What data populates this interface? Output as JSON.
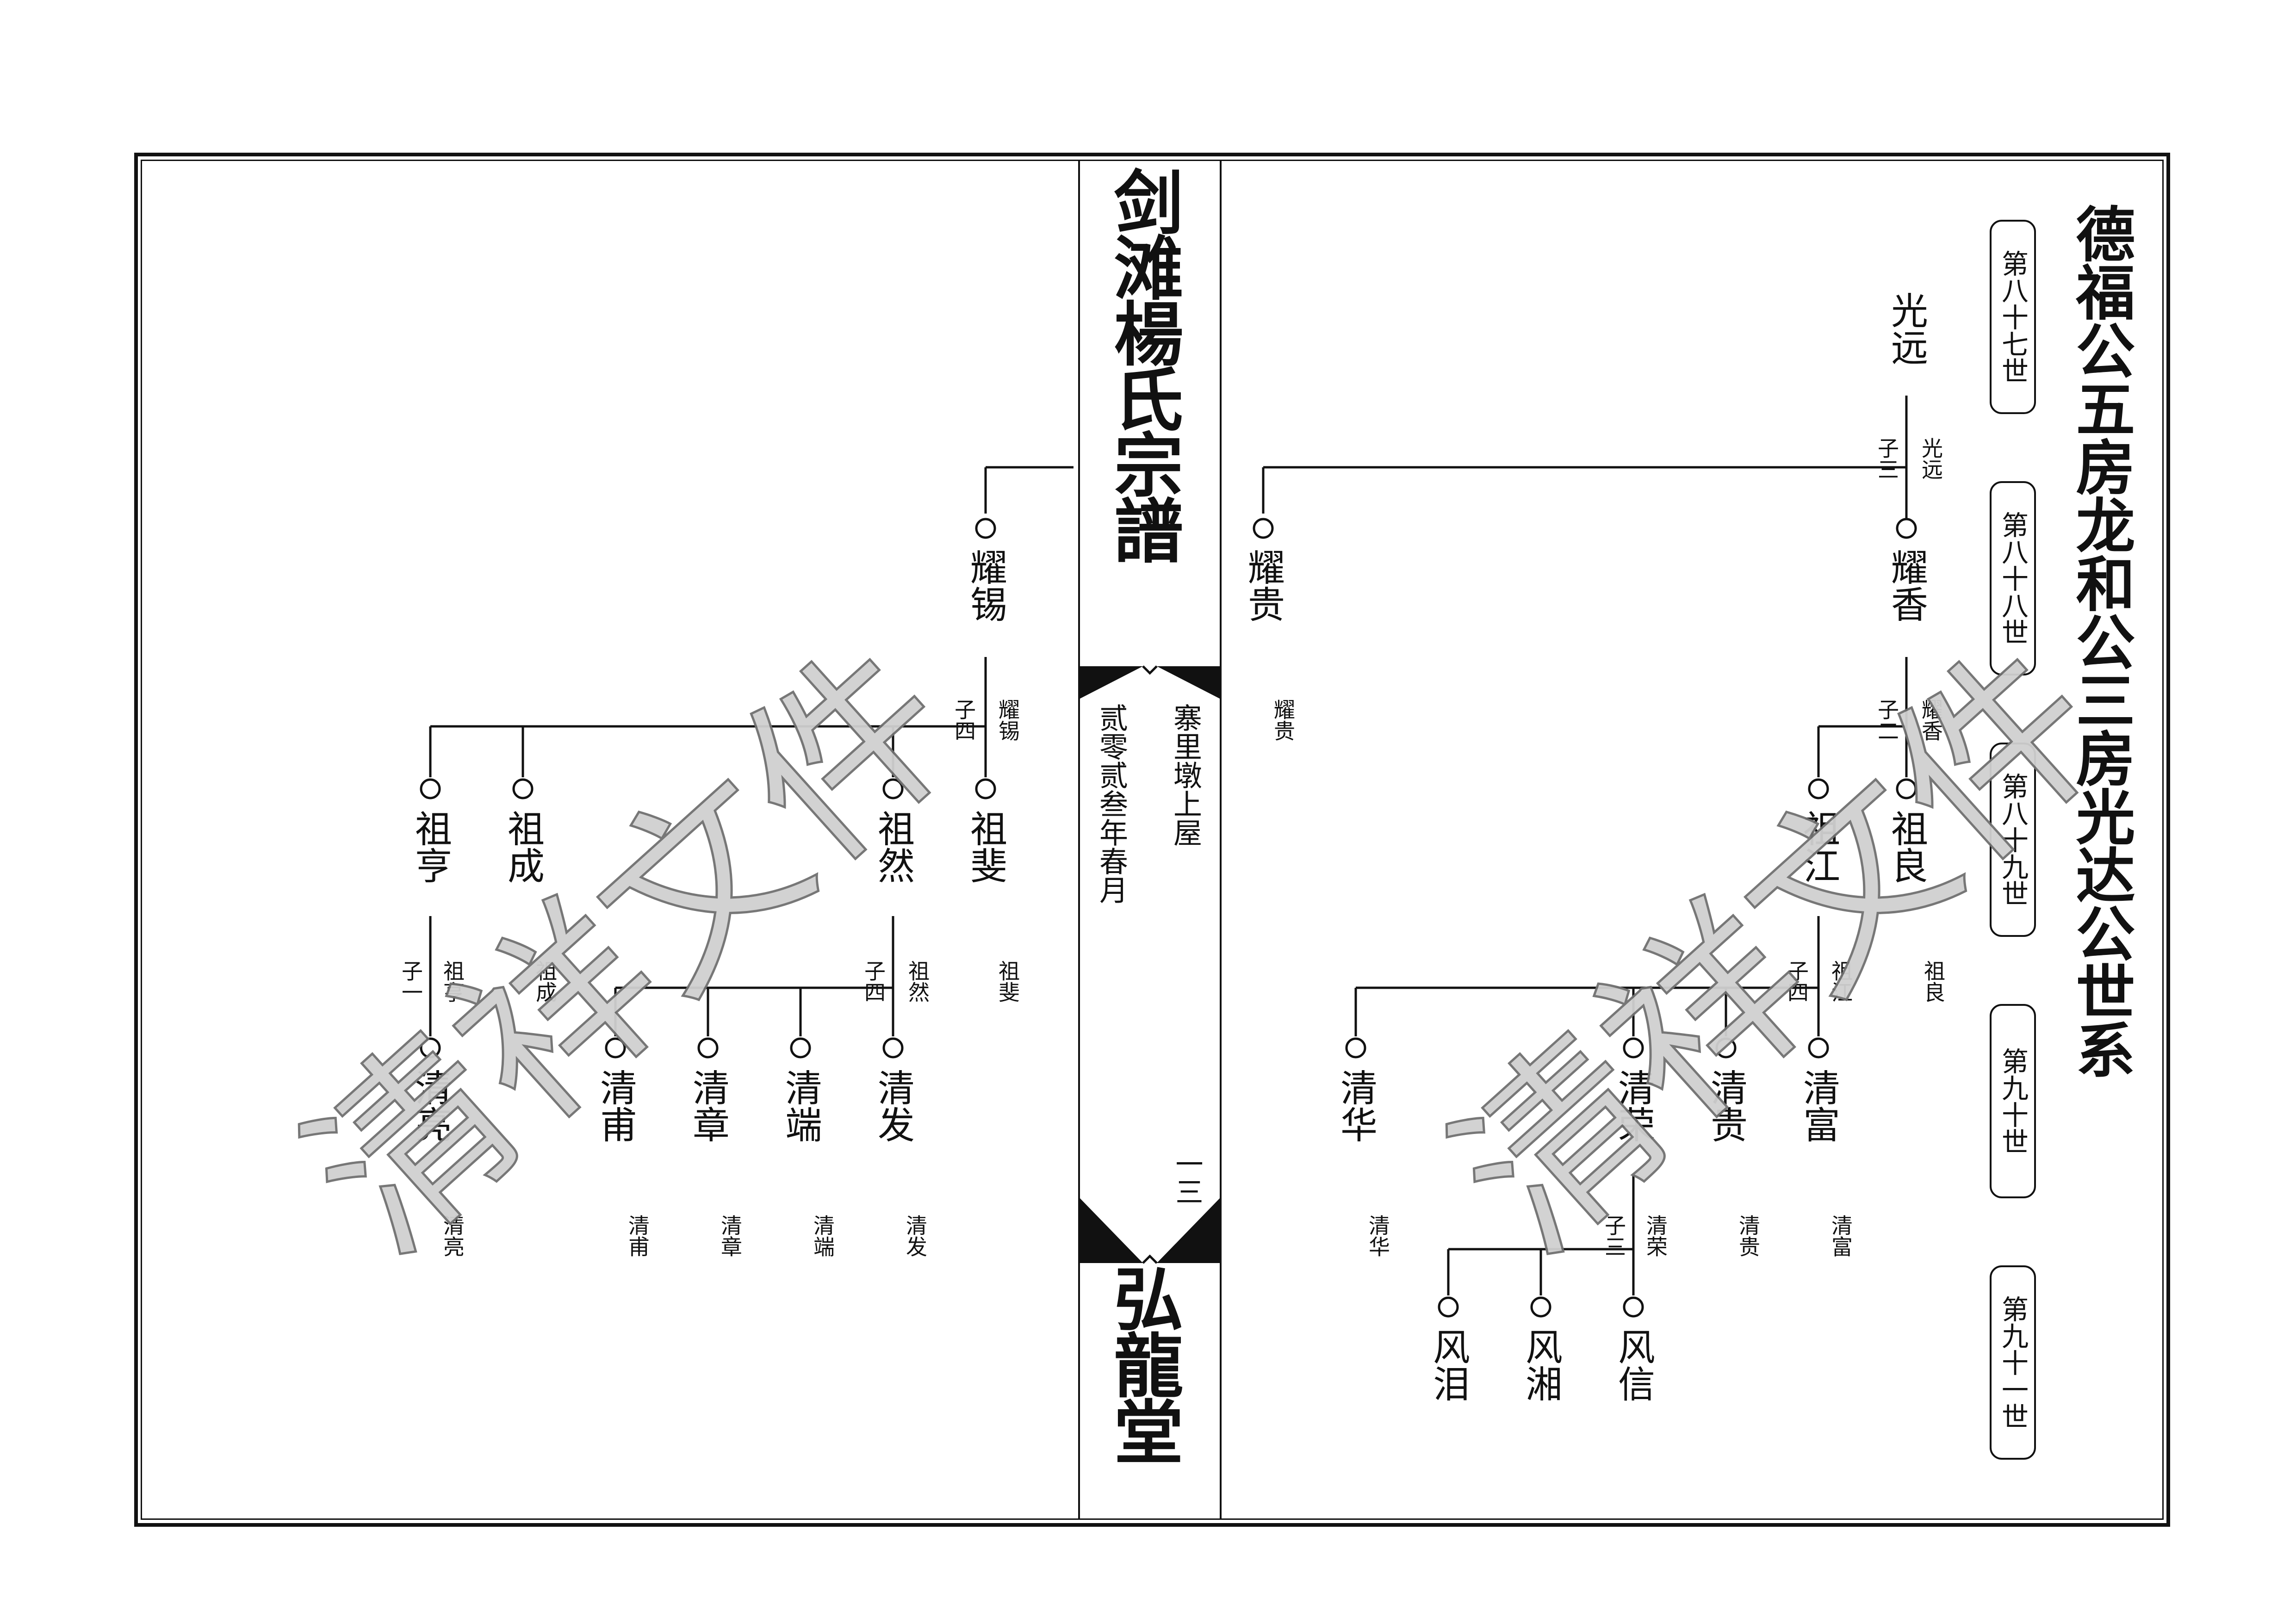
{
  "spine": {
    "title": "剑滩楊氏宗譜",
    "hall": "弘龍堂",
    "location": "寨里墩上屋",
    "date": "贰零贰叁年春月",
    "page": "一三"
  },
  "main_title": "德福公五房龙和公三房光达公世系",
  "generations": [
    "第八十七世",
    "第八十八世",
    "第八十九世",
    "第九十世",
    "第九十一世"
  ],
  "watermark": "清祥文件",
  "tree": {
    "root": "光远",
    "root_count": "子三",
    "root_sub": "光远",
    "gen88": [
      "耀香",
      "耀贵",
      "耀锡"
    ],
    "yaoxiang_count": "子二",
    "yaoxiang_sub": "耀香",
    "yaogui_sub": "耀贵",
    "yaoxi_count": "子四",
    "yaoxi_sub": "耀锡",
    "gen89": [
      "祖良",
      "祖江",
      "祖斐",
      "祖然",
      "祖成",
      "祖亨"
    ],
    "zuliang_sub": "祖良",
    "zujiang_count": "子四",
    "zujiang_sub": "祖江",
    "zufei_sub": "祖斐",
    "zuran_count": "子四",
    "zuran_sub": "祖然",
    "zucheng_sub": "祖成",
    "zuheng_count": "子一",
    "zuheng_sub": "祖亨",
    "gen90": [
      "清富",
      "清贵",
      "清荣",
      "清华",
      "清发",
      "清端",
      "清章",
      "清甫",
      "清亮"
    ],
    "qingrong_count": "子三",
    "gen91": [
      "风信",
      "风湘",
      "风泪"
    ]
  }
}
